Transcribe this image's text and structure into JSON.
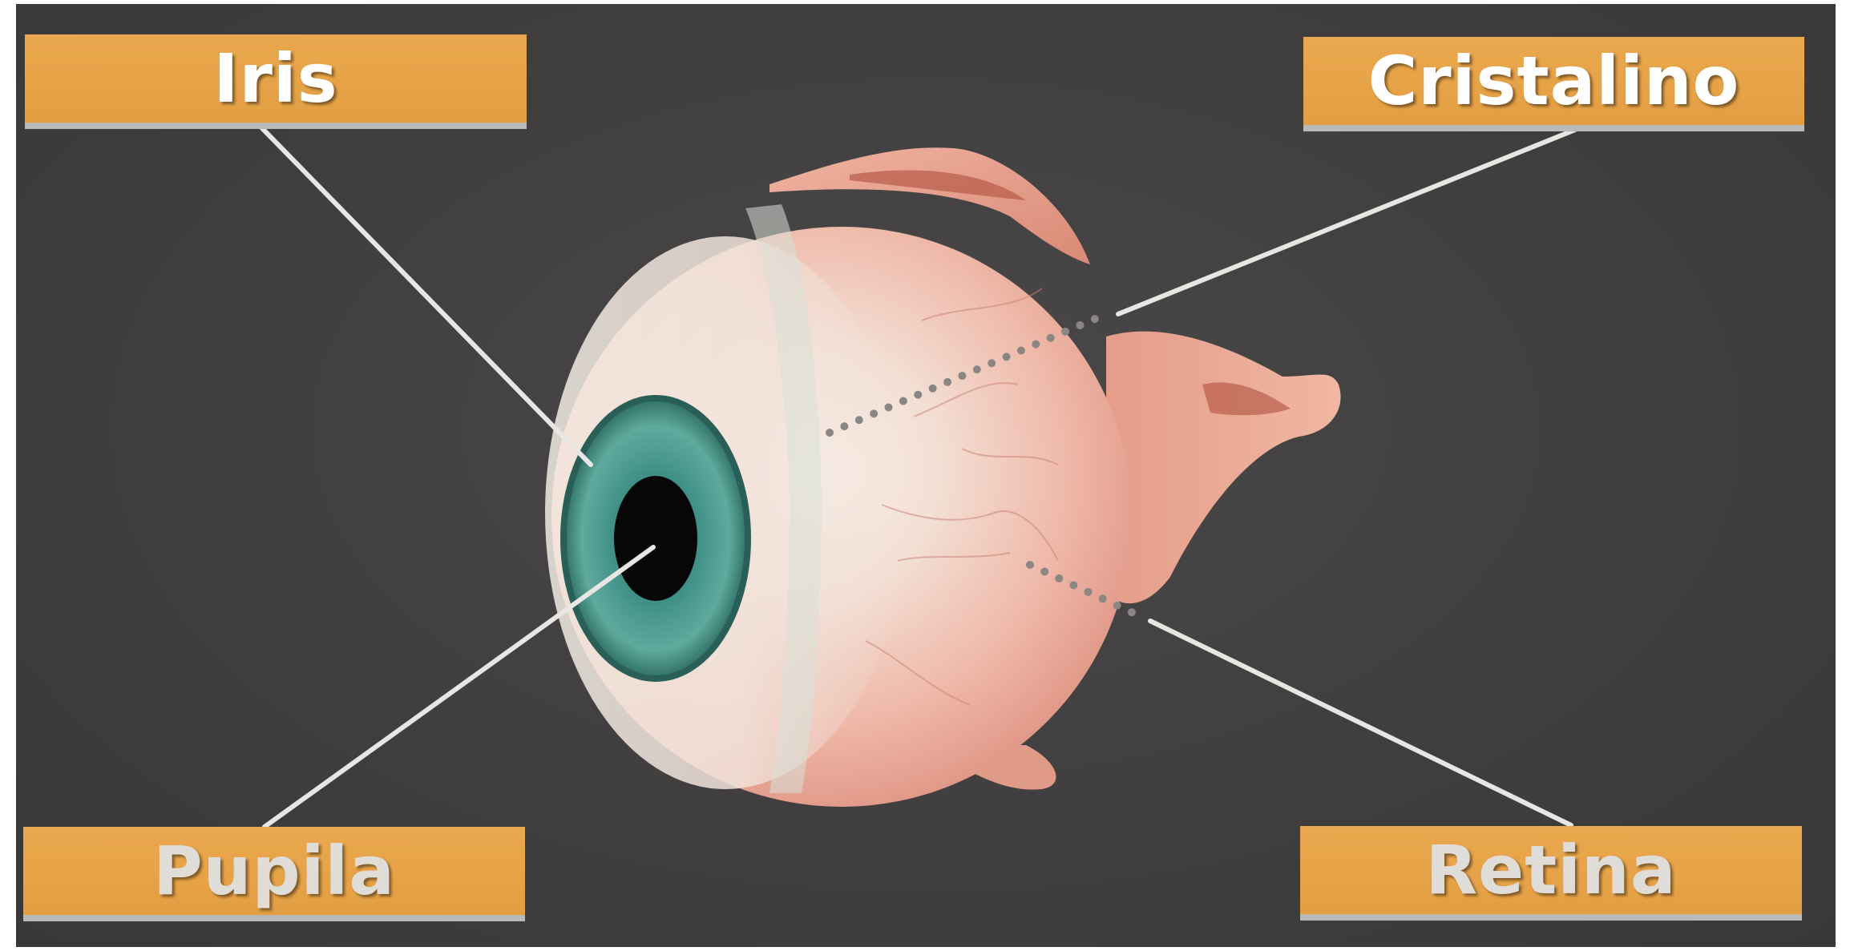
{
  "labels": {
    "iris": "Iris",
    "cristalino": "Cristalino",
    "pupila": "Pupila",
    "retina": "Retina"
  },
  "colors": {
    "background": "#403e3e",
    "label_fill": "#e6a448",
    "label_border": "#b9b9b9",
    "label_text_light": "#ffffff",
    "label_text_muted": "#e0ddd8",
    "leader_line": "#e8e6e2",
    "dotted_line": "#8a8684",
    "iris": "#3f8f86",
    "sclera": "#f1e6dc",
    "pink_tissue": "#e8a394"
  },
  "icons": {
    "eye": "eyeball-illustration"
  }
}
